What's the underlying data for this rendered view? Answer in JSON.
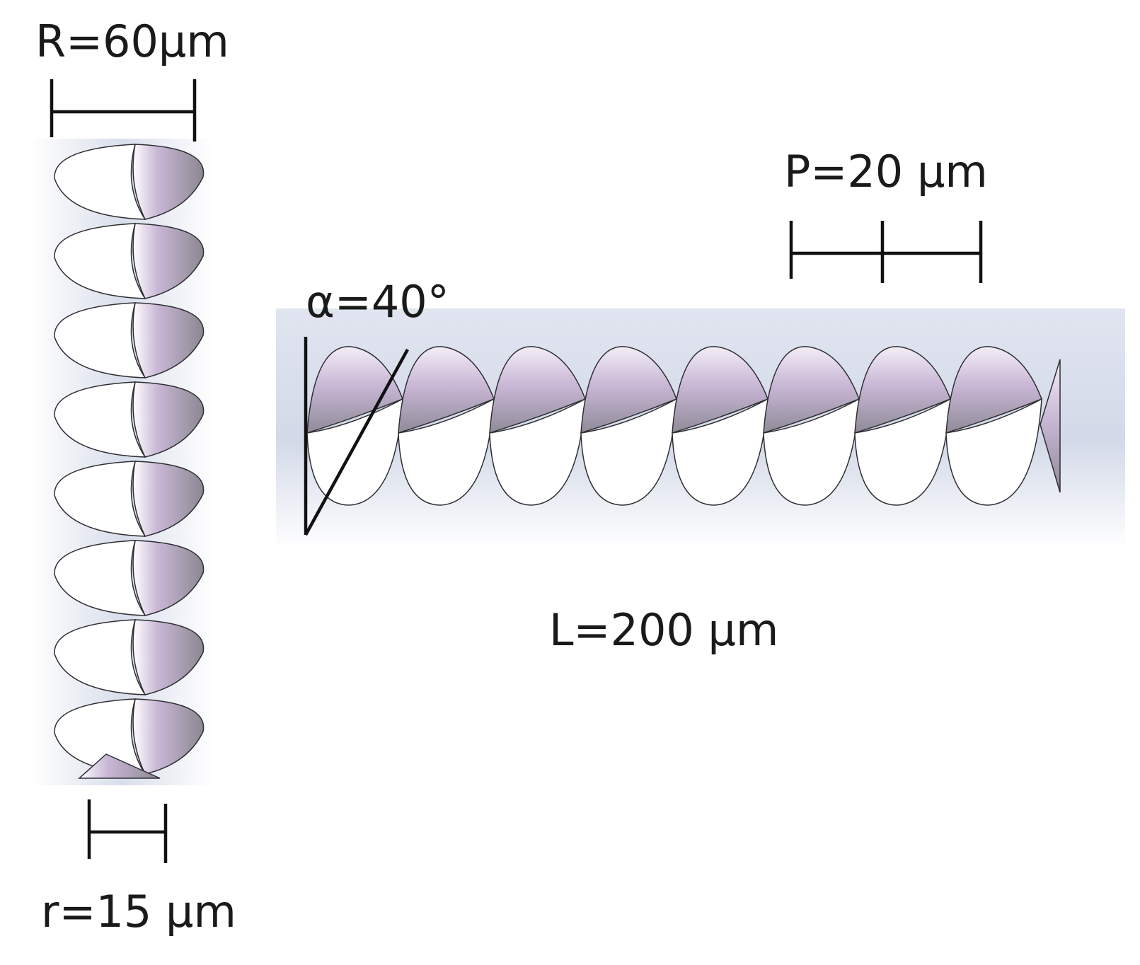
{
  "labels": {
    "outer_radius": "R=60μm",
    "pitch": "P=20 μm",
    "helix_angle": "α=40°",
    "length": "L=200 μm",
    "inner_radius": "r=15 μm"
  },
  "helix": {
    "vertical_view_turns": 8,
    "horizontal_view_turns": 8
  },
  "colors": {
    "background_tint": "#d6dcea",
    "lilac_shade": "#c9b7d6",
    "gray_shade": "#8b8792",
    "blade_white": "#ffffff",
    "outline": "#2e2e33",
    "dimension_line": "#111111"
  }
}
